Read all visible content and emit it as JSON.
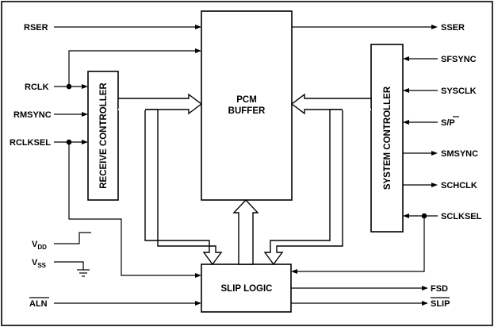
{
  "blocks": {
    "pcm_buffer": {
      "line1": "PCM",
      "line2": "BUFFER"
    },
    "receive_controller": "RECEIVE CONTROLLER",
    "system_controller": "SYSTEM CONTROLLER",
    "slip_logic": "SLIP LOGIC"
  },
  "signals_left": {
    "rser": "RSER",
    "rclk": "RCLK",
    "rmsync": "RMSYNC",
    "rclksel": "RCLKSEL",
    "vdd": {
      "main": "V",
      "sub": "DD"
    },
    "vss": {
      "main": "V",
      "sub": "SS"
    },
    "aln": "ALN"
  },
  "signals_right": {
    "sser": "SSER",
    "sfsync": "SFSYNC",
    "sysclk": "SYSCLK",
    "sp": {
      "s": "S/",
      "p": "P"
    },
    "smsync": "SMSYNC",
    "schclk": "SCHCLK",
    "sclksel": "SCLKSEL",
    "fsd": "FSD",
    "slip": "SLIP"
  }
}
